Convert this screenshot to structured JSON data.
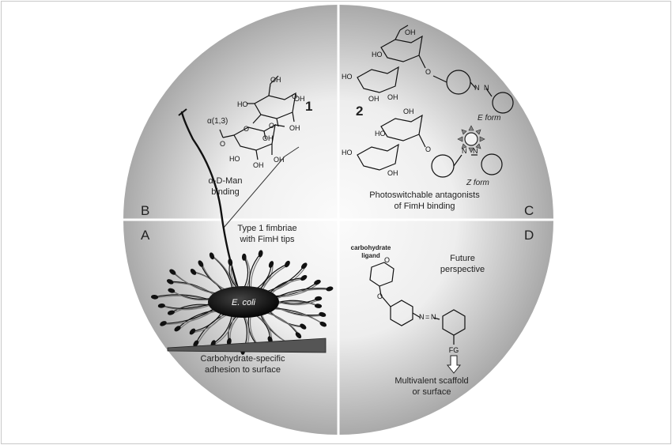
{
  "quadrants": {
    "B": {
      "letter": "B",
      "compound_number": "1",
      "linkage": "α(1,3)",
      "caption_line1": "α-D-Man",
      "caption_line2": "binding"
    },
    "C": {
      "letter": "C",
      "compound_number": "2",
      "e_form": "E form",
      "z_form": "Z form",
      "caption_line1": "Photoswitchable antagonists",
      "caption_line2": "of FimH binding"
    },
    "A": {
      "letter": "A",
      "fimbriae_line1": "Type 1 fimbriae",
      "fimbriae_line2": "with FimH tips",
      "bacterium": "E. coli",
      "caption_line1": "Carbohydrate-specific",
      "caption_line2": "adhesion to surface"
    },
    "D": {
      "letter": "D",
      "ligand_line1": "carbohydrate",
      "ligand_line2": "ligand",
      "perspective_line1": "Future",
      "perspective_line2": "perspective",
      "fg": "FG",
      "caption_line1": "Multivalent scaffold",
      "caption_line2": "or surface"
    }
  },
  "chem_labels": {
    "ho": "HO",
    "oh": "OH",
    "o": "O",
    "n": "N",
    "eq": "="
  },
  "colors": {
    "disk_center": "#fbfbfb",
    "disk_edge": "#a9a9a9",
    "divider": "#ffffff",
    "bacterium": "#111111"
  }
}
